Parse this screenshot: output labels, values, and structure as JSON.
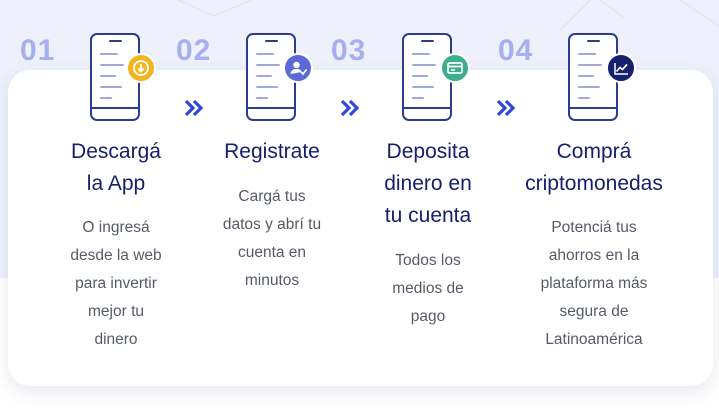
{
  "colors": {
    "number": "#a6b0ee",
    "title": "#16206b",
    "description": "#555b66",
    "phone_outline": "#2c3d8f",
    "arrow": "#2f47d6",
    "background_top": "#eef0fb"
  },
  "steps": [
    {
      "number": "01",
      "title_lines": [
        "Descargá",
        "la App"
      ],
      "description_lines": [
        "O ingresá",
        "desde la web",
        "para invertir",
        "mejor tu",
        "dinero"
      ],
      "badge_icon": "download-icon",
      "badge_color": "#f3b51d"
    },
    {
      "number": "02",
      "title_lines": [
        "Registrate"
      ],
      "description_lines": [
        "Cargá tus",
        "datos y abrí tu",
        "cuenta en",
        "minutos"
      ],
      "badge_icon": "user-check-icon",
      "badge_color": "#5b68d6"
    },
    {
      "number": "03",
      "title_lines": [
        "Deposita",
        "dinero en",
        "tu cuenta"
      ],
      "description_lines": [
        "Todos los",
        "medios de",
        "pago"
      ],
      "badge_icon": "card-icon",
      "badge_color": "#3fae8f"
    },
    {
      "number": "04",
      "title_lines": [
        "Comprá",
        "criptomonedas"
      ],
      "description_lines": [
        "Potenciá tus",
        "ahorros en la",
        "plataforma más",
        "segura de",
        "Latinoamérica"
      ],
      "badge_icon": "chart-up-icon",
      "badge_color": "#16206b"
    }
  ]
}
